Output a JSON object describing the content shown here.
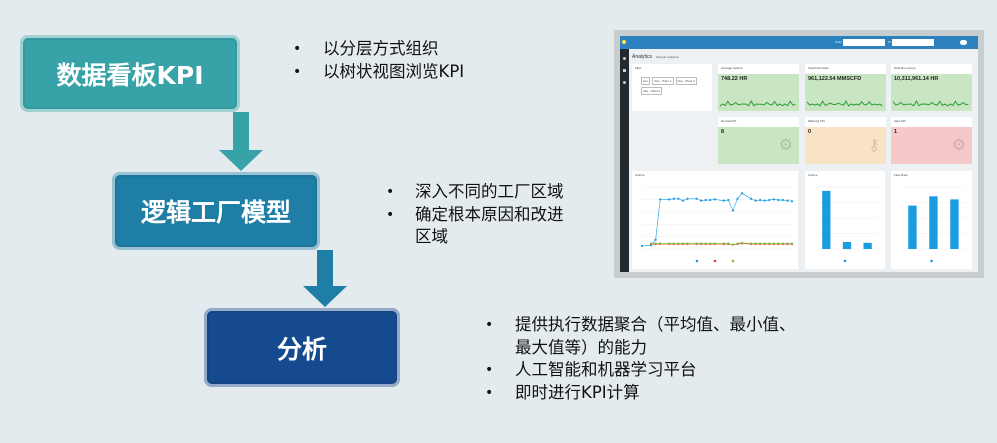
{
  "flow": [
    {
      "label": "数据看板KPI",
      "color": "#37a2a7",
      "bullets": [
        "以分层方式组织",
        "以树状视图浏览KPI"
      ]
    },
    {
      "label": "逻辑工厂模型",
      "color": "#1f7ea5",
      "bullets": [
        "深入不同的工厂区域",
        "确定根本原因和改进",
        "区域"
      ]
    },
    {
      "label": "分析",
      "color": "#164a8e",
      "bullets": [
        "提供执行数据聚合（平均值、最小值、",
        "最大值等）的能力",
        "人工智能和机器学习平台",
        "即时进行KPI计算"
      ]
    }
  ],
  "dashboard": {
    "title": "Analytics",
    "subtitle": "Sample Analytics",
    "from_label": "From",
    "to_label": "To",
    "filter": {
      "title": "Filter",
      "chips": [
        "ALL",
        "Site - Plant 1",
        "Site - Plant 2",
        "Site - Plant 3"
      ]
    },
    "kpis": [
      {
        "title": "Average Uptime",
        "value": "748.22 HR",
        "bg": "#c9e6c2"
      },
      {
        "title": "Total Flow Rate",
        "value": "961,122.54 MMSCFD",
        "bg": "#c9e6c2"
      },
      {
        "title": "Total Run Hours",
        "value": "10,311,961.14 HR",
        "bg": "#c9e6c2"
      }
    ],
    "status": [
      {
        "title": "Normal KPI",
        "value": "8",
        "bg": "#c9e6c2",
        "icon": "gears-icon"
      },
      {
        "title": "Warning KPI",
        "value": "0",
        "bg": "#f8e3c4",
        "icon": "key-icon"
      },
      {
        "title": "Alert KPI",
        "value": "1",
        "bg": "#f5c9ca",
        "icon": "gear-icon"
      }
    ],
    "chart_data": [
      {
        "type": "line",
        "title": "Uptime",
        "ylim": [
          0,
          1000
        ],
        "series": [
          {
            "color": "#1a9de0",
            "values": [
              50,
              null,
              60,
              150,
              800,
              null,
              800,
              810,
              810,
              780,
              810,
              null,
              810,
              780,
              790,
              790,
              800,
              null,
              780,
              790,
              620,
              810,
              900,
              null,
              810,
              780,
              790,
              780,
              790,
              800,
              790,
              790,
              780,
              770
            ]
          },
          {
            "color": "#e0403a",
            "values": [
              null,
              null,
              80,
              80,
              80,
              null,
              80,
              80,
              80,
              80,
              80,
              null,
              80,
              80,
              80,
              80,
              80,
              null,
              80,
              80,
              70,
              80,
              90,
              null,
              80,
              80,
              80,
              80,
              80,
              80,
              80,
              80,
              80,
              80
            ]
          },
          {
            "color": "#7fbf3a",
            "values": [
              null,
              null,
              90,
              90,
              90,
              null,
              90,
              90,
              90,
              90,
              90,
              null,
              90,
              90,
              90,
              90,
              90,
              null,
              90,
              90,
              70,
              90,
              100,
              null,
              90,
              90,
              90,
              90,
              90,
              90,
              90,
              90,
              90,
              90
            ]
          }
        ]
      },
      {
        "type": "bar",
        "title": "Uptime",
        "ylim": [
          0,
          800
        ],
        "values": [
          750,
          90,
          80
        ],
        "color": "#1a9de0"
      },
      {
        "type": "bar",
        "title": "Flow Rate",
        "ylim": [
          0,
          100
        ],
        "values": [
          70,
          85,
          80
        ],
        "color": "#1a9de0"
      }
    ]
  }
}
